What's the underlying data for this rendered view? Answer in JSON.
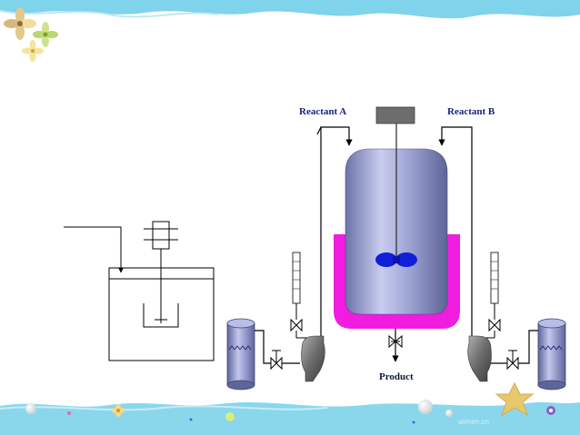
{
  "labels": {
    "reactant_a": "Reactant A",
    "reactant_b": "Reactant B",
    "product": "Product",
    "watermark": "wimen.cn"
  },
  "colors": {
    "wave_top": "#7fd3ea",
    "wave_bottom": "#8ad7ec",
    "vessel_body": "#9ea4cf",
    "jacket": "#f01ce0",
    "impeller": "#1020d8",
    "motor": "#6d6d6d",
    "tank": "#9aa0d0",
    "pump": "#777777",
    "label_text": "#1a237e"
  }
}
